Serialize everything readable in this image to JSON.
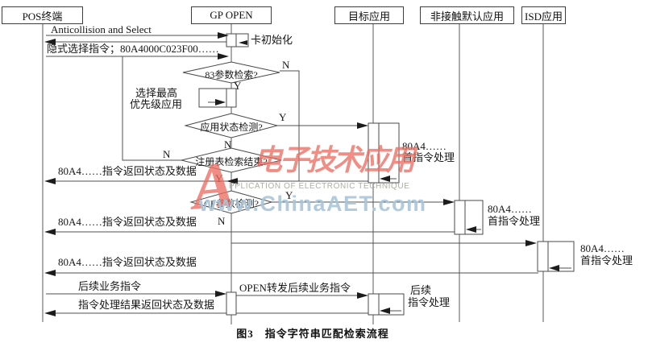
{
  "participants": [
    {
      "label": "POS终端"
    },
    {
      "label": "GP OPEN"
    },
    {
      "label": "目标应用"
    },
    {
      "label": "非接触默认应用"
    },
    {
      "label": "ISD应用"
    }
  ],
  "messages": {
    "anticollision": "Anticollision and Select",
    "card_init": "卡初始化",
    "implicit_select": "隐式选择指令；80A4000C023F00……",
    "return_status": "80A4……指令返回状态及数据",
    "first_cmd_line1": "80A4……",
    "first_cmd_line2": "首指令处理",
    "follow_cmd": "后续业务指令",
    "open_forward": "OPEN转发后续业务指令",
    "follow_proc_line1": "后续",
    "follow_proc_line2": "指令处理",
    "result_return": "指令处理结果返回状态及数据"
  },
  "decisions": {
    "param83": "83参数检索?",
    "app_state": "应用状态检测?",
    "registry_end": "注册表检索结束?",
    "cf_param": "CF参数检测?"
  },
  "process": {
    "select_highest_line1": "选择最高",
    "select_highest_line2": "优先级应用"
  },
  "branch": {
    "yes": "Y",
    "no": "N"
  },
  "caption": "图3　指令字符串匹配检索流程",
  "watermark": {
    "initial": "A",
    "script": "电子技术应用",
    "subtitle": "PPLICATION OF ELECTRONIC TECHNIQUE",
    "url": "www.ChinaAET.com",
    "colors": {
      "red": "#ec6d62",
      "gray": "#aca99b",
      "blue": "#a8c4d8"
    }
  }
}
